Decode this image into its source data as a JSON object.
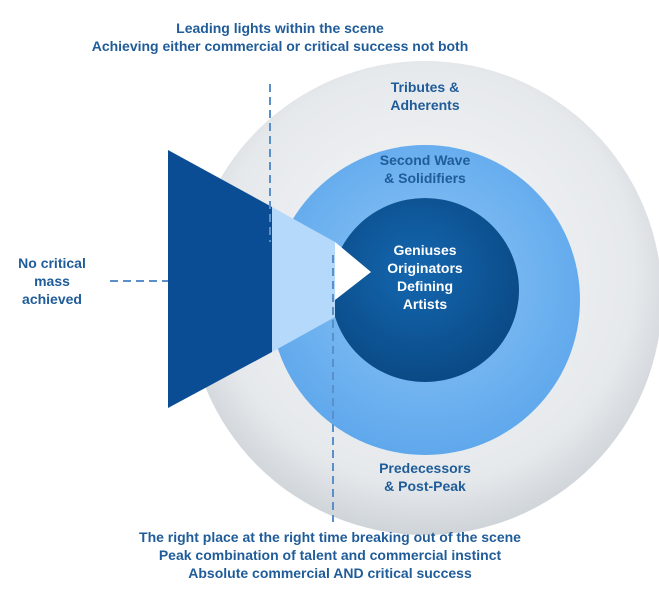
{
  "top_caption": {
    "line1": "Leading lights within the scene",
    "line2": "Achieving either commercial or critical success not both"
  },
  "left_caption": {
    "line1": "No critical",
    "line2": "mass",
    "line3": "achieved"
  },
  "outer_ring": {
    "line1": "Tributes &",
    "line2": "Adherents"
  },
  "middle_ring_top": {
    "line1": "Second Wave",
    "line2": "& Solidifiers"
  },
  "middle_ring_bottom": {
    "line1": "Predecessors",
    "line2": "& Post-Peak"
  },
  "core": {
    "line1": "Geniuses",
    "line2": "Originators",
    "line3": "Defining",
    "line4": "Artists"
  },
  "bottom_caption": {
    "line1": "The right place at the right time breaking out of the scene",
    "line2": "Peak combination of talent and commercial instinct",
    "line3": "Absolute commercial AND critical success"
  },
  "colors": {
    "text": "#1f5c99",
    "outer_ring": "#e4e8ec",
    "middle_ring": "#6ab0f0",
    "core": "#0c5494",
    "triangle_dark": "#0a4d94",
    "triangle_light": "#b5d9fa",
    "dashed_line": "#5b8fc9"
  }
}
